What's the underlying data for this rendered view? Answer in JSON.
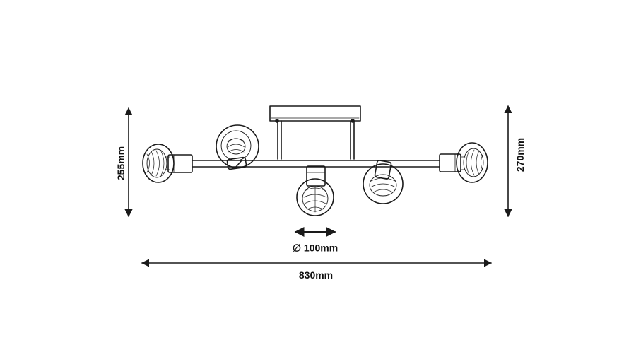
{
  "dimensions": {
    "height_left": "255mm",
    "height_right": "270mm",
    "shade_diameter": "∅ 100mm",
    "total_width": "830mm"
  }
}
